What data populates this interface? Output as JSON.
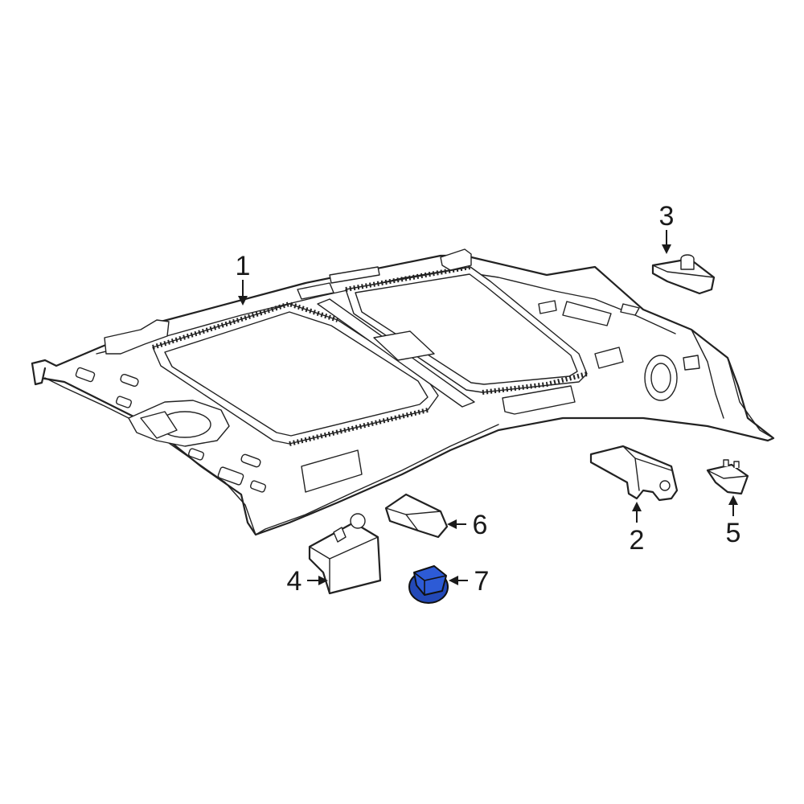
{
  "callouts": {
    "c1": "1",
    "c2": "2",
    "c3": "3",
    "c4": "4",
    "c5": "5",
    "c6": "6",
    "c7": "7"
  },
  "colors": {
    "line": "#222222",
    "background": "#ffffff",
    "highlight_part": "#2349b8"
  },
  "highlighted_callout": "7"
}
